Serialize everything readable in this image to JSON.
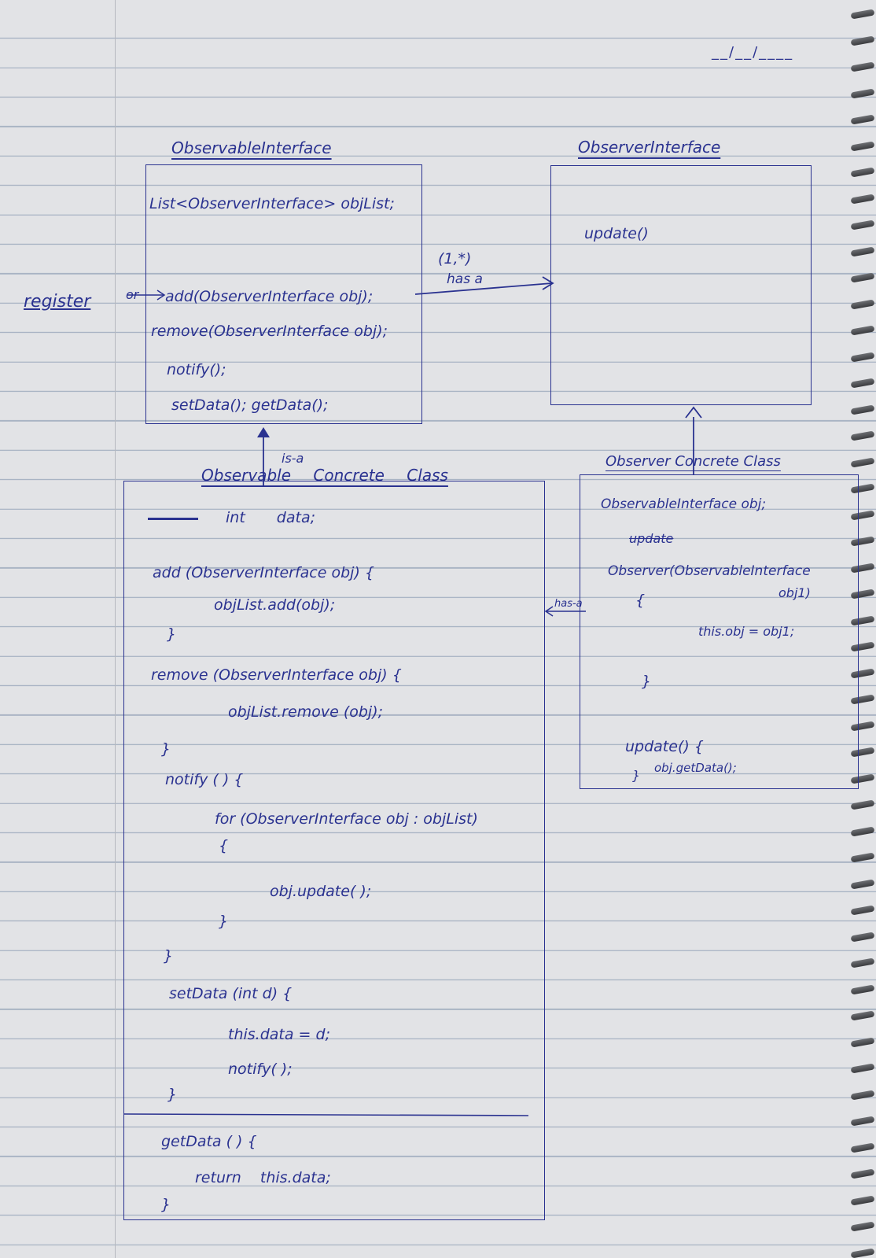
{
  "date_placeholder": "__/__/____",
  "observable_interface": {
    "title": "ObservableInterface",
    "field": "List<ObserverInterface> objList;",
    "methods": [
      "add(ObserverInterface obj);",
      "remove(ObserverInterface obj);",
      "notify();",
      "setData();  getData();"
    ]
  },
  "observer_interface": {
    "title": "ObserverInterface",
    "method": "update()"
  },
  "register_note": {
    "label": "register",
    "or": "or"
  },
  "has_a_relation": {
    "multiplicity": "(1,*)",
    "label": "has a"
  },
  "is_a_label": "is-a",
  "has_a_short": "has-a",
  "observable_concrete": {
    "title": "Observable Concrete Class",
    "lines": [
      "int   data;",
      "add (ObserverInterface  obj) {",
      "objList.add(obj);",
      "}",
      "remove (ObserverInterface  obj) {",
      "objList.remove (obj);",
      "}",
      "notify ( ) {",
      "for (ObserverInterface obj : objList)",
      "{",
      "obj.update( );",
      "}",
      "}",
      "setData (int d) {",
      "this.data = d;",
      "notify( );",
      "}",
      "getData ( ) {",
      "return  this.data;",
      "}"
    ]
  },
  "observer_concrete": {
    "title": "Observer Concrete Class",
    "lines": [
      "ObservableInterface  obj;",
      "update",
      "Observer(ObservableInterface",
      "obj1)",
      "{",
      "this.obj = obj1;",
      "}",
      "update() {",
      "obj.getData();",
      "}"
    ]
  },
  "colors": {
    "ink": "#2a3290",
    "paper": "#e2e3e6",
    "rule": "#a9b4c4"
  }
}
